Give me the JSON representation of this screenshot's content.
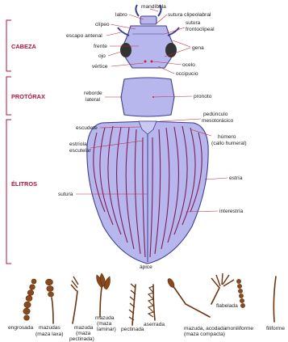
{
  "sections": {
    "head": "CABEZA",
    "prothorax": "PROTÓRAX",
    "elytra": "ÉLITROS"
  },
  "head_labels": {
    "mandibula": "mandíbula",
    "labro": "labro",
    "sutura_clipeolabral": "sutura clipeolabral",
    "clipeo": "clípeo",
    "sutura_frontoclipeal_1": "sutura",
    "sutura_frontoclipeal_2": "frontoclipeal",
    "escapo_antenal": "escapo antenal",
    "frente": "frente",
    "gena": "gena",
    "ojo": "ojo",
    "ocelo": "ocelo",
    "vertice": "vértice",
    "occipucio": "occipucio"
  },
  "prothorax_labels": {
    "reborde_1": "reborde",
    "reborde_2": "lateral",
    "pronoto": "pronoto"
  },
  "elytra_labels": {
    "pedunculo_1": "pedúnculo",
    "pedunculo_2": "mesotorácico",
    "escudete": "escudete",
    "humero_1": "húmero",
    "humero_2": "(callo humeral)",
    "estriola_1": "estríola",
    "estriola_2": "escutelar",
    "estria": "estría",
    "sutura": "sutura",
    "interestria": "interestría",
    "apice": "ápice"
  },
  "antenna_types": {
    "engrosada": "engrosada",
    "mazudas_laxa_1": "mazudas",
    "mazudas_laxa_2": "(maza laxa)",
    "maza_pect_1": "mazuda",
    "maza_pect_2": "(maza",
    "maza_pect_3": "pectinada)",
    "maza_lam_1": "mazuda",
    "maza_lam_2": "(maza",
    "maza_lam_3": "laminar)",
    "pectinada": "pectinada",
    "aserrada": "aserrada",
    "acodada_1": "mazuda, acodada",
    "acodada_2": "(maza compacta)",
    "flabelada": "flabelada",
    "moniliforme": "moniliforme",
    "filiforme": "filiforme"
  }
}
